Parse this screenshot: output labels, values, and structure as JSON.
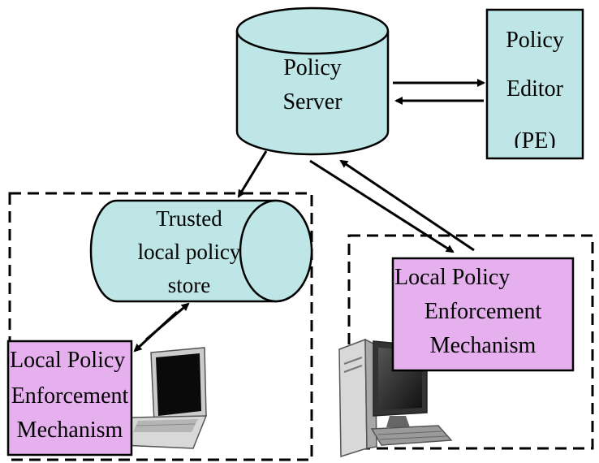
{
  "policy_server": {
    "line1": "Policy",
    "line2": "Server"
  },
  "policy_editor": {
    "line1": "Policy",
    "line2": "Editor",
    "line3": "(PE)"
  },
  "trusted_store": {
    "line1": "Trusted",
    "line2": "local policy",
    "line3": "store"
  },
  "lpem_left": {
    "line1": "Local Policy",
    "line2": "Enforcement",
    "line3": "Mechanism"
  },
  "lpem_right": {
    "line1": "Local Policy",
    "line2": "Enforcement",
    "line3": "Mechanism"
  },
  "colors": {
    "cyan_fill": "#bfe6e6",
    "purple_fill": "#e6b0ef",
    "stroke": "#000000"
  },
  "icons": {
    "laptop": "laptop-icon",
    "desktop": "desktop-computer-icon"
  }
}
